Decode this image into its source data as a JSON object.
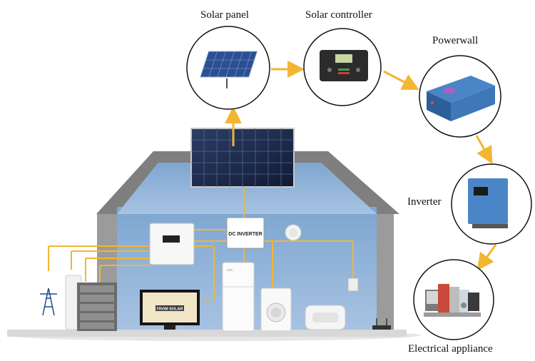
{
  "labels": {
    "solar_panel": "Solar panel",
    "solar_controller": "Solar controller",
    "powerwall": "Powerwall",
    "inverter": "Inverter",
    "electrical_appliance": "Electrical appliance"
  },
  "house": {
    "dc_inverter_label": "DC INVERTER",
    "tv_screen_text": "FROM SOLAR"
  },
  "colors": {
    "house_wall": "#8fb2d6",
    "roof": "#7f7f7f",
    "arrow": "#f2b631",
    "wire": "#f2b631"
  }
}
